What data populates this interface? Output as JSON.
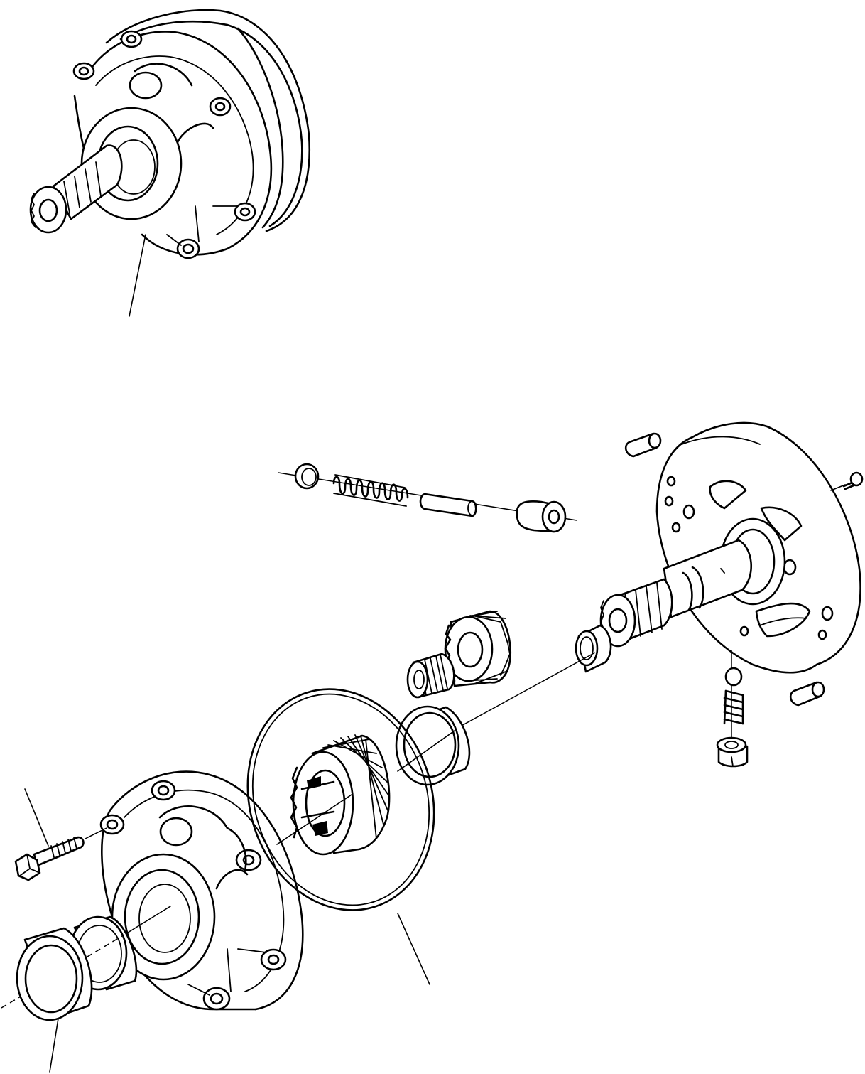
{
  "figure": {
    "kind": "exploded parts diagram",
    "colors": {
      "line": "#000000",
      "background": "#ffffff"
    },
    "parts": [
      {
        "name": "pump-assembly"
      },
      {
        "name": "relief-valve-group"
      },
      {
        "name": "pump-body-with-shaft"
      },
      {
        "name": "dowel-pin"
      },
      {
        "name": "screw"
      },
      {
        "name": "check-valve-group"
      },
      {
        "name": "driven-gear"
      },
      {
        "name": "needle-bearing"
      },
      {
        "name": "snap-ring"
      },
      {
        "name": "bushing"
      },
      {
        "name": "drive-gear"
      },
      {
        "name": "o-ring"
      },
      {
        "name": "pump-cover"
      },
      {
        "name": "bolt"
      },
      {
        "name": "bearing"
      },
      {
        "name": "oil-seal"
      }
    ]
  }
}
